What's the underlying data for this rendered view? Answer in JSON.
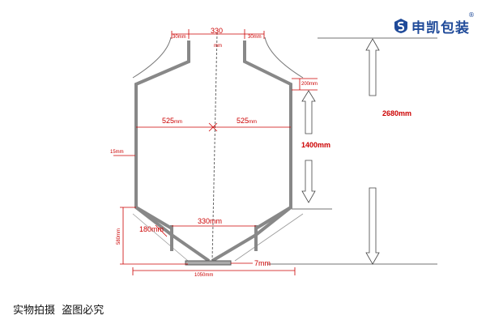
{
  "brand": {
    "name": "申凯包装",
    "registered_mark": "®",
    "logo_icon": "s-shield-logo-icon"
  },
  "caption": "实物拍摄  盗图必究",
  "dimensions": {
    "top_neck_width": "330",
    "top_neck_unit": "mm",
    "neck_edge_left": "30mm",
    "neck_edge_right": "30mm",
    "shoulder_height": "200mm",
    "total_height": "2680mm",
    "left_half_width": "525",
    "right_half_width": "525",
    "half_width_unit": "mm",
    "middle_height": "1400mm",
    "wall_thickness": "15mm",
    "bottom_section_height": "580mm",
    "bottom_corner": "180mm",
    "bottom_inner_width": "330mm",
    "outlet_width": "7mm",
    "total_width": "1050mm"
  },
  "colors": {
    "dimension": "#cc0000",
    "wall": "#888888",
    "brand": "#1f4a99"
  }
}
